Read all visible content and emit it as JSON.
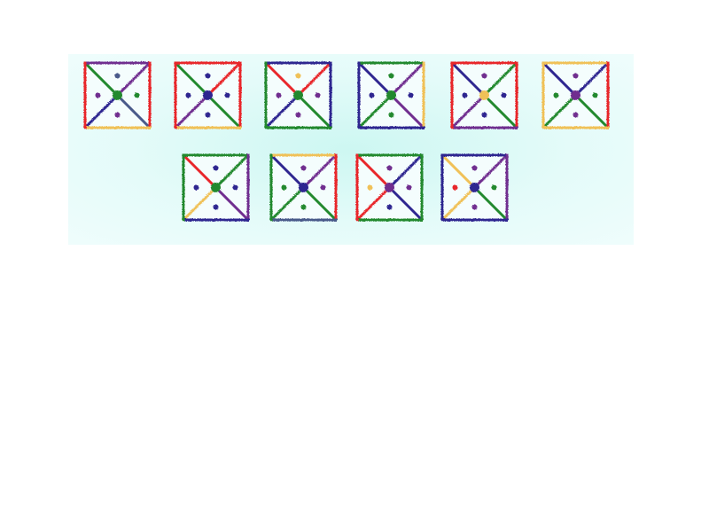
{
  "game": {
    "palette": {
      "red": "#e8262b",
      "purple": "#6f2e8f",
      "green": "#22892f",
      "navy": "#2d2590",
      "yellow": "#f0c158",
      "slate": "#4a5a8a",
      "panel_bg": "#dff9f6"
    },
    "tiles": [
      {
        "id": "tile-1",
        "edges": {
          "top": "purple",
          "right": "red",
          "bottom": "yellow",
          "left": "red"
        },
        "diagonals": {
          "tl": "green",
          "tr": "purple",
          "br": "slate",
          "bl": "navy"
        },
        "center": "green",
        "dots": {
          "top": "slate",
          "right": "green",
          "bottom": "purple",
          "left": "purple"
        }
      },
      {
        "id": "tile-2",
        "edges": {
          "top": "red",
          "right": "red",
          "bottom": "yellow",
          "left": "red"
        },
        "diagonals": {
          "tl": "green",
          "tr": "red",
          "br": "green",
          "bl": "purple"
        },
        "center": "navy",
        "dots": {
          "top": "navy",
          "right": "navy",
          "bottom": "navy",
          "left": "navy"
        }
      },
      {
        "id": "tile-3",
        "edges": {
          "top": "navy",
          "right": "navy",
          "bottom": "green",
          "left": "green"
        },
        "diagonals": {
          "tl": "red",
          "tr": "red",
          "br": "green",
          "bl": "navy"
        },
        "center": "green",
        "dots": {
          "top": "yellow",
          "right": "purple",
          "bottom": "purple",
          "left": "purple"
        }
      },
      {
        "id": "tile-4",
        "edges": {
          "top": "green",
          "right": "yellow",
          "bottom": "navy",
          "left": "navy"
        },
        "diagonals": {
          "tl": "navy",
          "tr": "purple",
          "br": "purple",
          "bl": "green"
        },
        "center": "green",
        "dots": {
          "top": "green",
          "right": "navy",
          "bottom": "green",
          "left": "navy"
        }
      },
      {
        "id": "tile-5",
        "edges": {
          "top": "red",
          "right": "red",
          "bottom": "purple",
          "left": "red"
        },
        "diagonals": {
          "tl": "navy",
          "tr": "green",
          "br": "green",
          "bl": "purple"
        },
        "center": "yellow",
        "dots": {
          "top": "purple",
          "right": "navy",
          "bottom": "navy",
          "left": "navy"
        }
      },
      {
        "id": "tile-6",
        "edges": {
          "top": "yellow",
          "right": "red",
          "bottom": "yellow",
          "left": "yellow"
        },
        "diagonals": {
          "tl": "navy",
          "tr": "navy",
          "br": "green",
          "bl": "green"
        },
        "center": "purple",
        "dots": {
          "top": "purple",
          "right": "green",
          "bottom": "purple",
          "left": "green"
        }
      },
      {
        "id": "tile-7",
        "edges": {
          "top": "green",
          "right": "purple",
          "bottom": "navy",
          "left": "green"
        },
        "diagonals": {
          "tl": "red",
          "tr": "green",
          "br": "purple",
          "bl": "yellow"
        },
        "center": "green",
        "dots": {
          "top": "navy",
          "right": "navy",
          "bottom": "navy",
          "left": "navy"
        }
      },
      {
        "id": "tile-8",
        "edges": {
          "top": "yellow",
          "right": "red",
          "bottom": "slate",
          "left": "green"
        },
        "diagonals": {
          "tl": "navy",
          "tr": "purple",
          "br": "green",
          "bl": "green"
        },
        "center": "navy",
        "dots": {
          "top": "purple",
          "right": "purple",
          "bottom": "green",
          "left": "green"
        }
      },
      {
        "id": "tile-9",
        "edges": {
          "top": "green",
          "right": "green",
          "bottom": "green",
          "left": "red"
        },
        "diagonals": {
          "tl": "red",
          "tr": "navy",
          "br": "navy",
          "bl": "red"
        },
        "center": "purple",
        "dots": {
          "top": "purple",
          "right": "purple",
          "bottom": "navy",
          "left": "yellow"
        }
      },
      {
        "id": "tile-10",
        "edges": {
          "top": "navy",
          "right": "purple",
          "bottom": "navy",
          "left": "navy"
        },
        "diagonals": {
          "tl": "yellow",
          "tr": "purple",
          "br": "green",
          "bl": "yellow"
        },
        "center": "navy",
        "dots": {
          "top": "purple",
          "right": "green",
          "bottom": "purple",
          "left": "red"
        }
      }
    ]
  }
}
